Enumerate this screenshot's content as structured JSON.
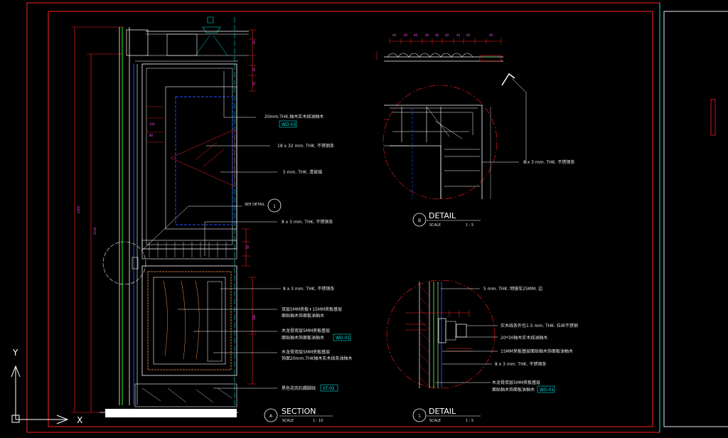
{
  "section_title": {
    "letter": "A",
    "title": "SECTION",
    "scale_label": "SCALE",
    "scale_value": "1 : 10"
  },
  "detail_b_title": {
    "letter": "B",
    "title": "DETAIL",
    "scale_label": "SCALE",
    "scale_value": "1 : 5"
  },
  "detail_1_title": {
    "letter": "1",
    "title": "DETAIL",
    "scale_label": "SCALE",
    "scale_value": "1 : 5"
  },
  "see_detail": {
    "label": "SEE DETAIL",
    "number": "1"
  },
  "section_callouts": [
    {
      "text": "20mm.THK.柚木实木线油柚木",
      "tag": "WD-02"
    },
    {
      "text": "18 x 32 mm. THK. 不锈钢条",
      "tag": ""
    },
    {
      "text": "5 mm. THK. 清玻璃",
      "tag": ""
    },
    {
      "text": "8 x 3 mm. THK. 不锈钢条",
      "tag": ""
    },
    {
      "text": "8 x 3 mm. THK. 不锈钢条",
      "tag": ""
    },
    {
      "text": "双层5MM夹板+15MM夹板基层",
      "tag": ""
    },
    {
      "text": "面贴柚木饰面板油柚木",
      "tag": ""
    },
    {
      "text": "木龙骨双层5MM夹板基层",
      "tag": ""
    },
    {
      "text": "面贴柚木饰面板油柚木",
      "tag": "WD-01"
    },
    {
      "text": "木龙骨双层5MM夹板基层",
      "tag": ""
    },
    {
      "text": "饰面20mm.THK柚木实木线条油柚木",
      "tag": ""
    },
    {
      "text": "黑色花岗石踢脚线",
      "tag": "ST-02"
    }
  ],
  "detail_b_callouts": [
    {
      "text": "8 x 3 mm. THK. 不锈钢条",
      "tag": ""
    }
  ],
  "detail_1_callouts": [
    {
      "text": "5 mm. THK. 明镜车25MM. 边",
      "tag": ""
    },
    {
      "text": "实木线条外包1.5 mm. THK. 拉丝不锈钢",
      "tag": ""
    },
    {
      "text": "20*30柚木实木线油柚木",
      "tag": ""
    },
    {
      "text": "15MM夹板基层面贴柚木饰面板油柚木",
      "tag": ""
    },
    {
      "text": "8 x 3 mm. THK. 不锈钢条",
      "tag": ""
    },
    {
      "text": "木龙骨双层5MM夹板基层",
      "tag": ""
    },
    {
      "text": "面贴柚木饰面板油柚木",
      "tag": "WD-01"
    }
  ],
  "axis": {
    "y": "Y",
    "x": "X"
  },
  "colors": {
    "background": "#000000",
    "frame": "#ff2020",
    "text": "#e8e8e8",
    "cyan": "#00e0e0",
    "green": "#20ff20",
    "blue": "#2050ff",
    "magenta": "#ff4dff"
  }
}
